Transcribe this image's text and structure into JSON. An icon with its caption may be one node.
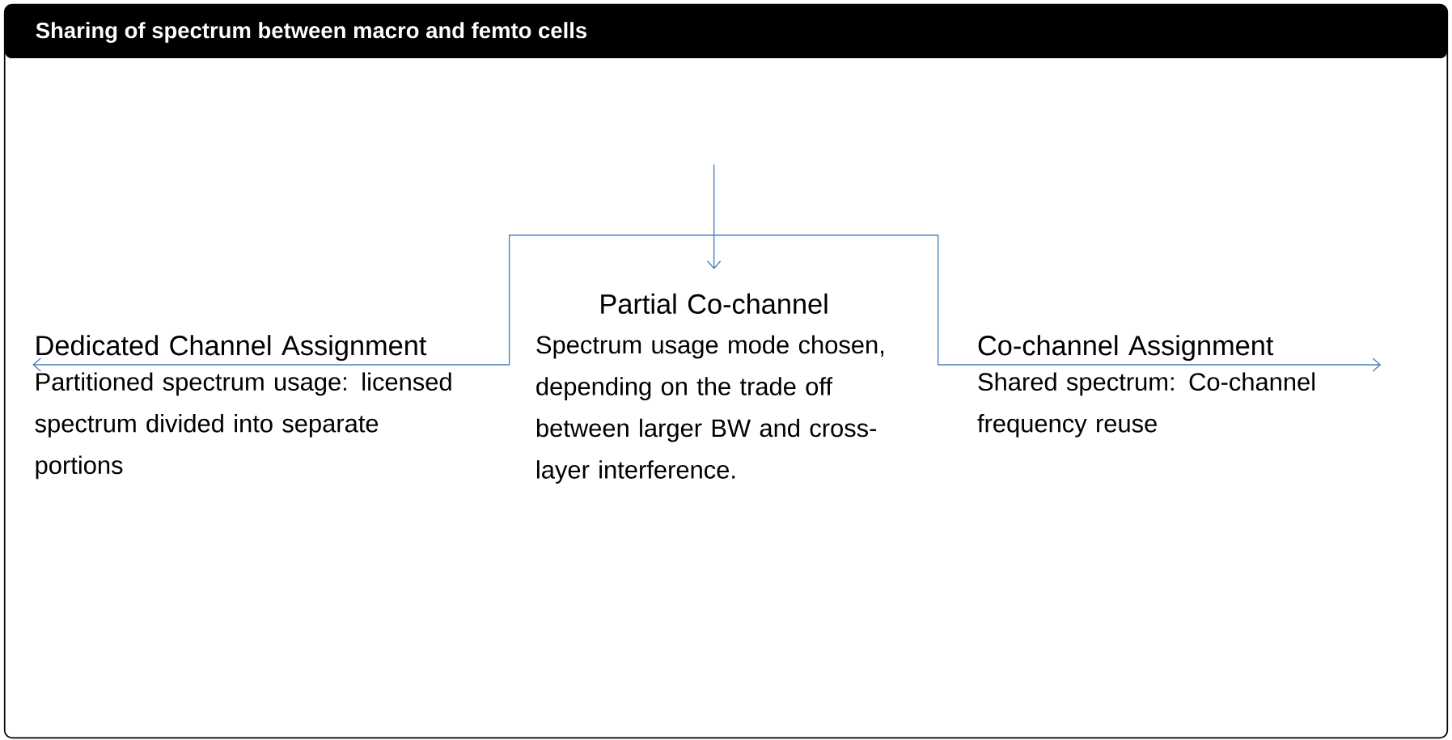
{
  "diagram": {
    "title": "Sharing of spectrum between macro and femto cells",
    "nodes": [
      {
        "text": [
          "Dedicated Channel Assignment"
        ],
        "beside": [
          "Partitioned spectrum usage: licensed spectrum divided into separate portions"
        ]
      },
      {
        "text": [
          "Partial Co-channel"
        ],
        "beside": [
          "Spectrum usage mode chosen, depending on the trade off between larger BW and cross-layer interference."
        ]
      },
      {
        "text": [
          "Co-channel Assignment"
        ],
        "beside": [
          "Shared spectrum: Co-channel frequency reuse"
        ]
      }
    ],
    "edges": [
      {
        "from": null,
        "to": 1,
        "arrow": "to"
      },
      {
        "from": 0,
        "to": 2,
        "arrow": "both"
      }
    ]
  }
}
